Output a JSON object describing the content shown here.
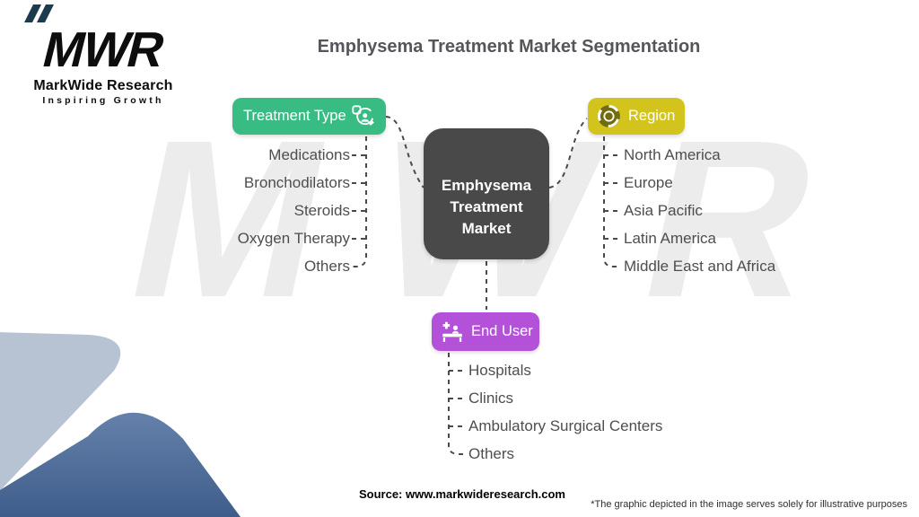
{
  "page": {
    "title": "Emphysema Treatment Market Segmentation",
    "watermark": "MWR",
    "source": "Source: www.markwideresearch.com",
    "footnote": "*The graphic depicted in the image serves solely for illustrative purposes"
  },
  "logo": {
    "monogram": "MWR",
    "name": "MarkWide Research",
    "tagline": "Inspiring Growth"
  },
  "center": {
    "lines": [
      "Emphysema",
      "Treatment",
      "Market"
    ]
  },
  "branches": [
    {
      "label": "Treatment Type",
      "color": "#38bc84",
      "icon": "user-cycle-edit-icon",
      "items": [
        "Medications",
        "Bronchodilators",
        "Steroids",
        "Oxygen Therapy",
        "Others"
      ]
    },
    {
      "label": "Region",
      "color": "#d3c41d",
      "icon": "globe-icon",
      "items": [
        "North America",
        "Europe",
        "Asia Pacific",
        "Latin America",
        "Middle East and Africa"
      ]
    },
    {
      "label": "End User",
      "color": "#b451d9",
      "icon": "hospital-bed-icon",
      "items": [
        "Hospitals",
        "Clinics",
        "Ambulatory Surgical Centers",
        "Others"
      ]
    }
  ],
  "colors": {
    "center_node": "#494949",
    "connector": "#4a4a4a",
    "watermark": "#ececec",
    "corner_shape_light": "#b7c2d3",
    "corner_shape_dark": "#4f6d9c",
    "corner_accent": "#1c3c4e"
  }
}
